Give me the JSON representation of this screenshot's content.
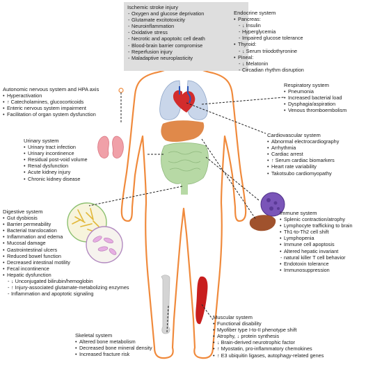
{
  "stroke": {
    "title": "Ischemic stroke injury",
    "items": [
      "Oxygen and glucose deprivation",
      "Glutamate excitotoxicity",
      "Neuroinflammation",
      "Oxidative stress",
      "Necrotic and apoptoitc cell death",
      "Blood-brain barrier compromise",
      "Reperfusion injury",
      "Maladaptive neuroplasticity"
    ]
  },
  "endocrine": {
    "title": "Endocrine system",
    "pancreas": "Pancreas:",
    "pancreas_items": [
      "↓ Insulin",
      "Hyperglycemia",
      "Impaired glucose tolerance"
    ],
    "thyroid": "Thyroid:",
    "thyroid_items": [
      "↓ Serum triiodothyronine"
    ],
    "pineal": "Pineal:",
    "pineal_items": [
      "↓ Melatonin",
      "Circadian rhythm disruption"
    ]
  },
  "autonomic": {
    "title": "Autonomic nervous system and HPA axis",
    "items": [
      "Hyperactivation",
      "↑ Catecholamines, glucocorticoids",
      "Enteric nervous system impairment",
      "Facilitation of organ system dysfunction"
    ]
  },
  "respiratory": {
    "title": "Respiratory system",
    "items": [
      "Pneumonia",
      "Increased bacterial load",
      "Dysphagia/aspiration",
      "Venous thromboembolism"
    ]
  },
  "cardiovascular": {
    "title": "Cardiovascular system",
    "items": [
      "Abnormal electrocardiography",
      "Arrhythmia",
      "Cardiac arrest",
      "↑ Serum cardiac biomarkers",
      "Heart rate variability",
      "Takotsubo cardiomyopathy"
    ]
  },
  "urinary": {
    "title": "Urinary system",
    "items": [
      "Urinary tract infection",
      "Urinary incontinence",
      "Residual post-void volume",
      "Renal dysfunction",
      "Acute kidney injury",
      "Chronic kidney disease"
    ]
  },
  "digestive": {
    "title": "Digestive system",
    "items": [
      "Gut dysbiosis",
      "Barrier permeability",
      "Bacterial translocation",
      "Inflammation and edema",
      "Mucosal damage",
      "Gastrointestinal ulcers",
      "Reduced bowel function",
      "Decreased intestinal motility",
      "Fecal incontinence",
      "Hepatic dysfunction"
    ],
    "hepatic_items": [
      "↓ Unconjugated bilirubin/hemoglobin",
      "↑ Injury-associated glutamate-metabolizing enzymes",
      "Inflammation and apoptotic signaling"
    ]
  },
  "immune": {
    "title": "Immune system",
    "items": [
      "Splenic contraction/atrophy",
      "Lymphocyte trafficking to brain",
      "Th1-to-Th2 cell shift",
      "Lymphopenia",
      "Immune cell apoptosis",
      "Altered hepatic invariant",
      "natural killer T cell behavior",
      "Endotoxin tolerance",
      "Immunosuppression"
    ]
  },
  "skeletal": {
    "title": "Skeletal system",
    "items": [
      "Altered bone metabolism",
      "Decreased bone mineral density",
      "Increased fracture risk"
    ]
  },
  "muscular": {
    "title": "Muscular system",
    "items": [
      "Functional disability",
      "Myofiber type I-to-II phenotype shift",
      "Atrophy, ↓ protein synthesis",
      "↓ Brain-derived neurotrophic factor",
      "↑ Myostatin, pro-inflammatory chemokines",
      "↑ E3 ubiquitin ligases, autophagy-related genes"
    ]
  },
  "colors": {
    "body_outline": "#f08a3c",
    "lung": "#c9d6ea",
    "liver": "#e0894a",
    "intestine": "#b7d9a5",
    "kidney": "#f0a0a8",
    "spleen": "#7a55b8",
    "muscle": "#c81e1e",
    "bone": "#d4d4d4",
    "stroke_box": "#dedede"
  }
}
